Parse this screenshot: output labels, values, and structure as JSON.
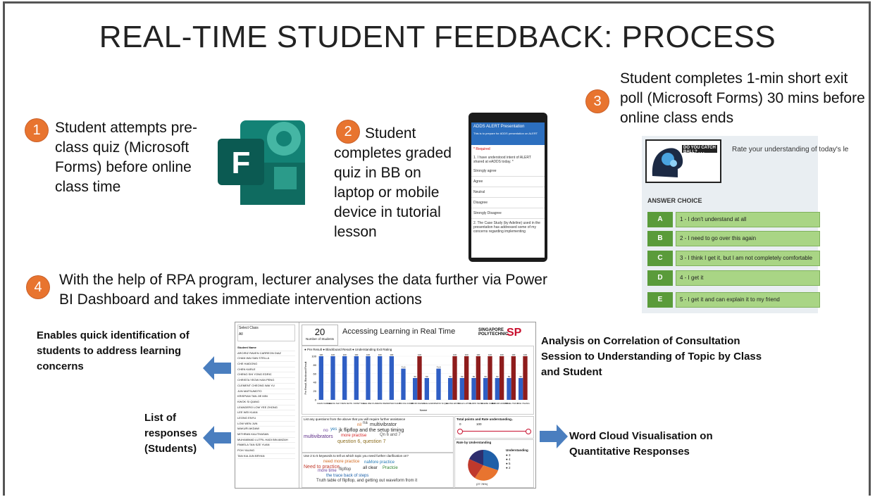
{
  "title": "REAL-TIME STUDENT FEEDBACK: PROCESS",
  "steps": {
    "s1": {
      "num": "1",
      "text": "Student attempts pre-class quiz (Microsoft Forms) before online class time"
    },
    "s2": {
      "num": "2",
      "text": "Student completes graded quiz in BB on laptop or mobile device in tutorial lesson"
    },
    "s3": {
      "num": "3",
      "text": "Student completes 1-min short exit poll (Microsoft Forms) 30 mins before online class ends"
    },
    "s4": {
      "num": "4",
      "text": "With the help of RPA program, lecturer analyses the data further via Power BI Dashboard and takes immediate intervention actions"
    }
  },
  "phone": {
    "header": "ADDS ALERT Presentation",
    "sub": "This is to prepare for ADDS presentation on ALERT",
    "required": "* Required",
    "q1": "1. I have understood intent of ALERT shared at eADDS today. *",
    "options": [
      "Strongly agree",
      "Agree",
      "Neutral",
      "Disagree",
      "Strongly Disagree"
    ],
    "q2": "2. The Case Study (by Adeline) used in the presentation has addressed some of my concerns regarding implementing"
  },
  "poll": {
    "logo_text": "DO YOU CATCH BALL? . . .",
    "question": "Rate your understanding of today's le",
    "answer_choice": "ANSWER CHOICE",
    "rows": [
      {
        "key": "A",
        "text": "1 - I don't understand at all"
      },
      {
        "key": "B",
        "text": "2 - I need to go over this again"
      },
      {
        "key": "C",
        "text": "3 - I think I get it, but I am not completely comfortable"
      },
      {
        "key": "D",
        "text": "4 - I get it"
      },
      {
        "key": "E",
        "text": "5 - I get it and can explain it to my friend"
      }
    ]
  },
  "dashboard": {
    "select_label": "Select Class",
    "select_value": "All",
    "list_header": "Student Name",
    "students": [
      "ARCIRIZ RAVEN CARREON DIAZ",
      "CHAN WAI SAN STELLA",
      "CHE HAIDONG",
      "CHEN KARLE",
      "CHENG SHI YONG EDRIC",
      "CHRISTA YEOW HAN PENG",
      "CLEMENT CHEONG WAI YU",
      "JUN MATSUMOTO",
      "KRISPIAN TAN JIE MIN",
      "KWOK SI QIANG",
      "LEANDERO LOW YEE ZHONG",
      "LEE WEI KUAN",
      "LEONG ENYU",
      "LOW WEN JUN",
      "MAKURI AKDAW",
      "MITHRAN KALITHASAN",
      "MUHAMMAD LUTFIL HADI BIN AMZAH",
      "PAMELA TAN SZE YUAN",
      "POH YALING",
      "TAN KIA JUN BRYAN"
    ],
    "kpi_value": "20",
    "kpi_label": "Number of Students",
    "heading": "Accessing Learning in Real Time",
    "brand_a": "SINGAPORE POLYTECHNIC",
    "brand_b": "SP",
    "legend": "● Pre Result ● Blackboard Result ● Understanding Exit Rating",
    "wc1_title": "List any questions from the above that you will require further assistance",
    "wc1_words": [
      "nil",
      "na",
      "multivibrator",
      "no",
      "yes",
      "jk flipflop and the setup timing",
      "multivibrators",
      "more practise",
      "Qn 6 and 7",
      "question 6, question 7"
    ],
    "wc2_title": "Use 2 to 5 keywords to tell us which topic you need further clarification on?",
    "wc2_words": [
      "need more practice",
      "naMore practice",
      "Need to practice",
      "more time",
      "flipflop",
      "all clear",
      "Practcie",
      "the trace back of steps",
      "Truth table of flipflop, and getting out waveform from it"
    ],
    "slider_title": "Total points and Rate understanding..",
    "slider_min": "0",
    "slider_max": "100",
    "pie_title": "Rate by Understanding",
    "pie_legend": "Understanding",
    "pie_keys": [
      "3",
      "4",
      "5",
      "2"
    ],
    "pie_label": "(27.78%)"
  },
  "chart_data": {
    "type": "bar",
    "categories": [
      "CHAN KARLE",
      "CHENG SHI YO",
      "JUN MATS",
      "KRISP TAN",
      "LEE WEI KUAN",
      "LOW WEN",
      "MITHR KALIT",
      "TAN KIA JUN B",
      "ARCIR RAVEN",
      "CHE HAIDO",
      "KWOK SI QIA",
      "LEONG ENYU",
      "MUHA LUTFIL",
      "CHRIS YEOW",
      "CLEME CHEO",
      "MAKURI AKDAW",
      "PAMEL TAN S",
      "POH YALING"
    ],
    "series": [
      {
        "name": "Pre Result",
        "values": [
          100,
          100,
          100,
          100,
          100,
          100,
          100,
          71.5,
          50,
          50,
          71.5,
          50,
          50,
          50,
          50,
          50,
          50,
          50
        ]
      },
      {
        "name": "Blackboard Result",
        "values": [
          0,
          0,
          0,
          0,
          0,
          0,
          0,
          0,
          100,
          0,
          0,
          100,
          100,
          100,
          100,
          100,
          100,
          100
        ]
      }
    ],
    "ylabel": "Pre Result, Blackboard Result",
    "xlabel": "Name",
    "ylim": [
      0,
      100
    ]
  },
  "callouts": {
    "left1": "Enables quick identification of students to address learning concerns",
    "left2": "List of responses (Students)",
    "right1": "Analysis on Correlation of Consultation Session to Understanding of Topic by Class and Student",
    "right2": "Word Cloud Visualisation on Quantitative Responses"
  },
  "colors": {
    "badge": "#e8742f",
    "arrow": "#4a7ebf",
    "pre": "#2f5ec4",
    "bb": "#8e1c1c",
    "green": "#5a9b3a"
  }
}
